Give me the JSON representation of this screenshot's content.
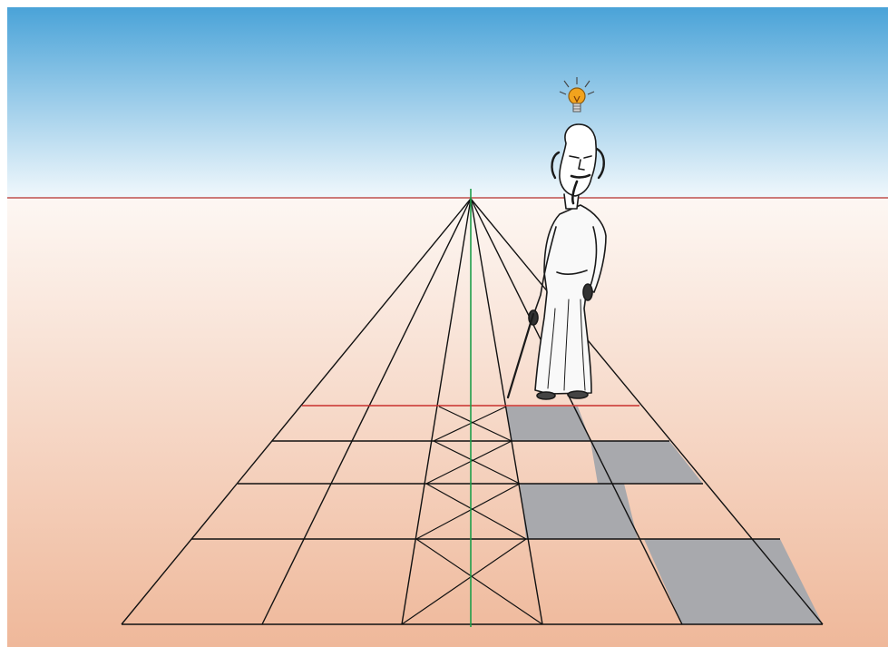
{
  "scene": {
    "kind": "one-point-perspective-illustration",
    "colors": {
      "sky_top": "#4aa3d8",
      "sky_bottom": "#f1f8fc",
      "ground_top": "#fdf7f3",
      "ground_bottom": "#efb89a",
      "horizon_line": "#c0504d",
      "center_line": "#1e9e4a",
      "grid_line": "#111111",
      "shaded_tile": "#a8a9ad",
      "red_line": "#c8302c",
      "bulb": "#f2a31d"
    },
    "grid": {
      "rows": 5,
      "columns": 6,
      "shaded_tiles": [
        [
          0,
          4
        ],
        [
          1,
          5
        ],
        [
          2,
          4
        ],
        [
          3,
          5
        ]
      ],
      "crossed_column": 3
    },
    "character": {
      "icon": "old-man-with-cane-icon",
      "idea": "lightbulb-icon"
    }
  }
}
